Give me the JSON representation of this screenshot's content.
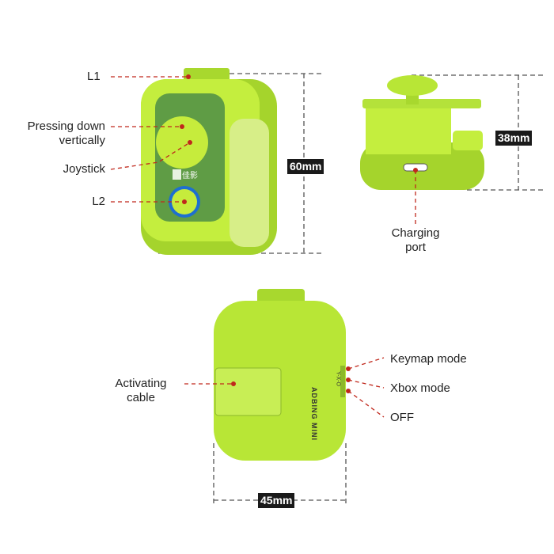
{
  "front_view": {
    "labels": {
      "l1": "L1",
      "pressing": "Pressing down\nvertically",
      "joystick": "Joystick",
      "l2": "L2"
    },
    "height": "60mm",
    "logo": "佳影"
  },
  "side_view": {
    "height": "38mm",
    "charging_port": "Charging\nport"
  },
  "back_view": {
    "activating_cable": "Activating\ncable",
    "keymap_mode": "Keymap mode",
    "xbox_mode": "Xbox mode",
    "off": "OFF",
    "brand_text": "ADBING MINI",
    "switch_marks": "Y-X-O",
    "width": "45mm"
  },
  "colors": {
    "body": "#b8e636",
    "panel": "#5f9c45",
    "accent_dot": "#c0281c",
    "button_ring": "#1e6fd0",
    "dim_bg": "#1a1a1a"
  }
}
